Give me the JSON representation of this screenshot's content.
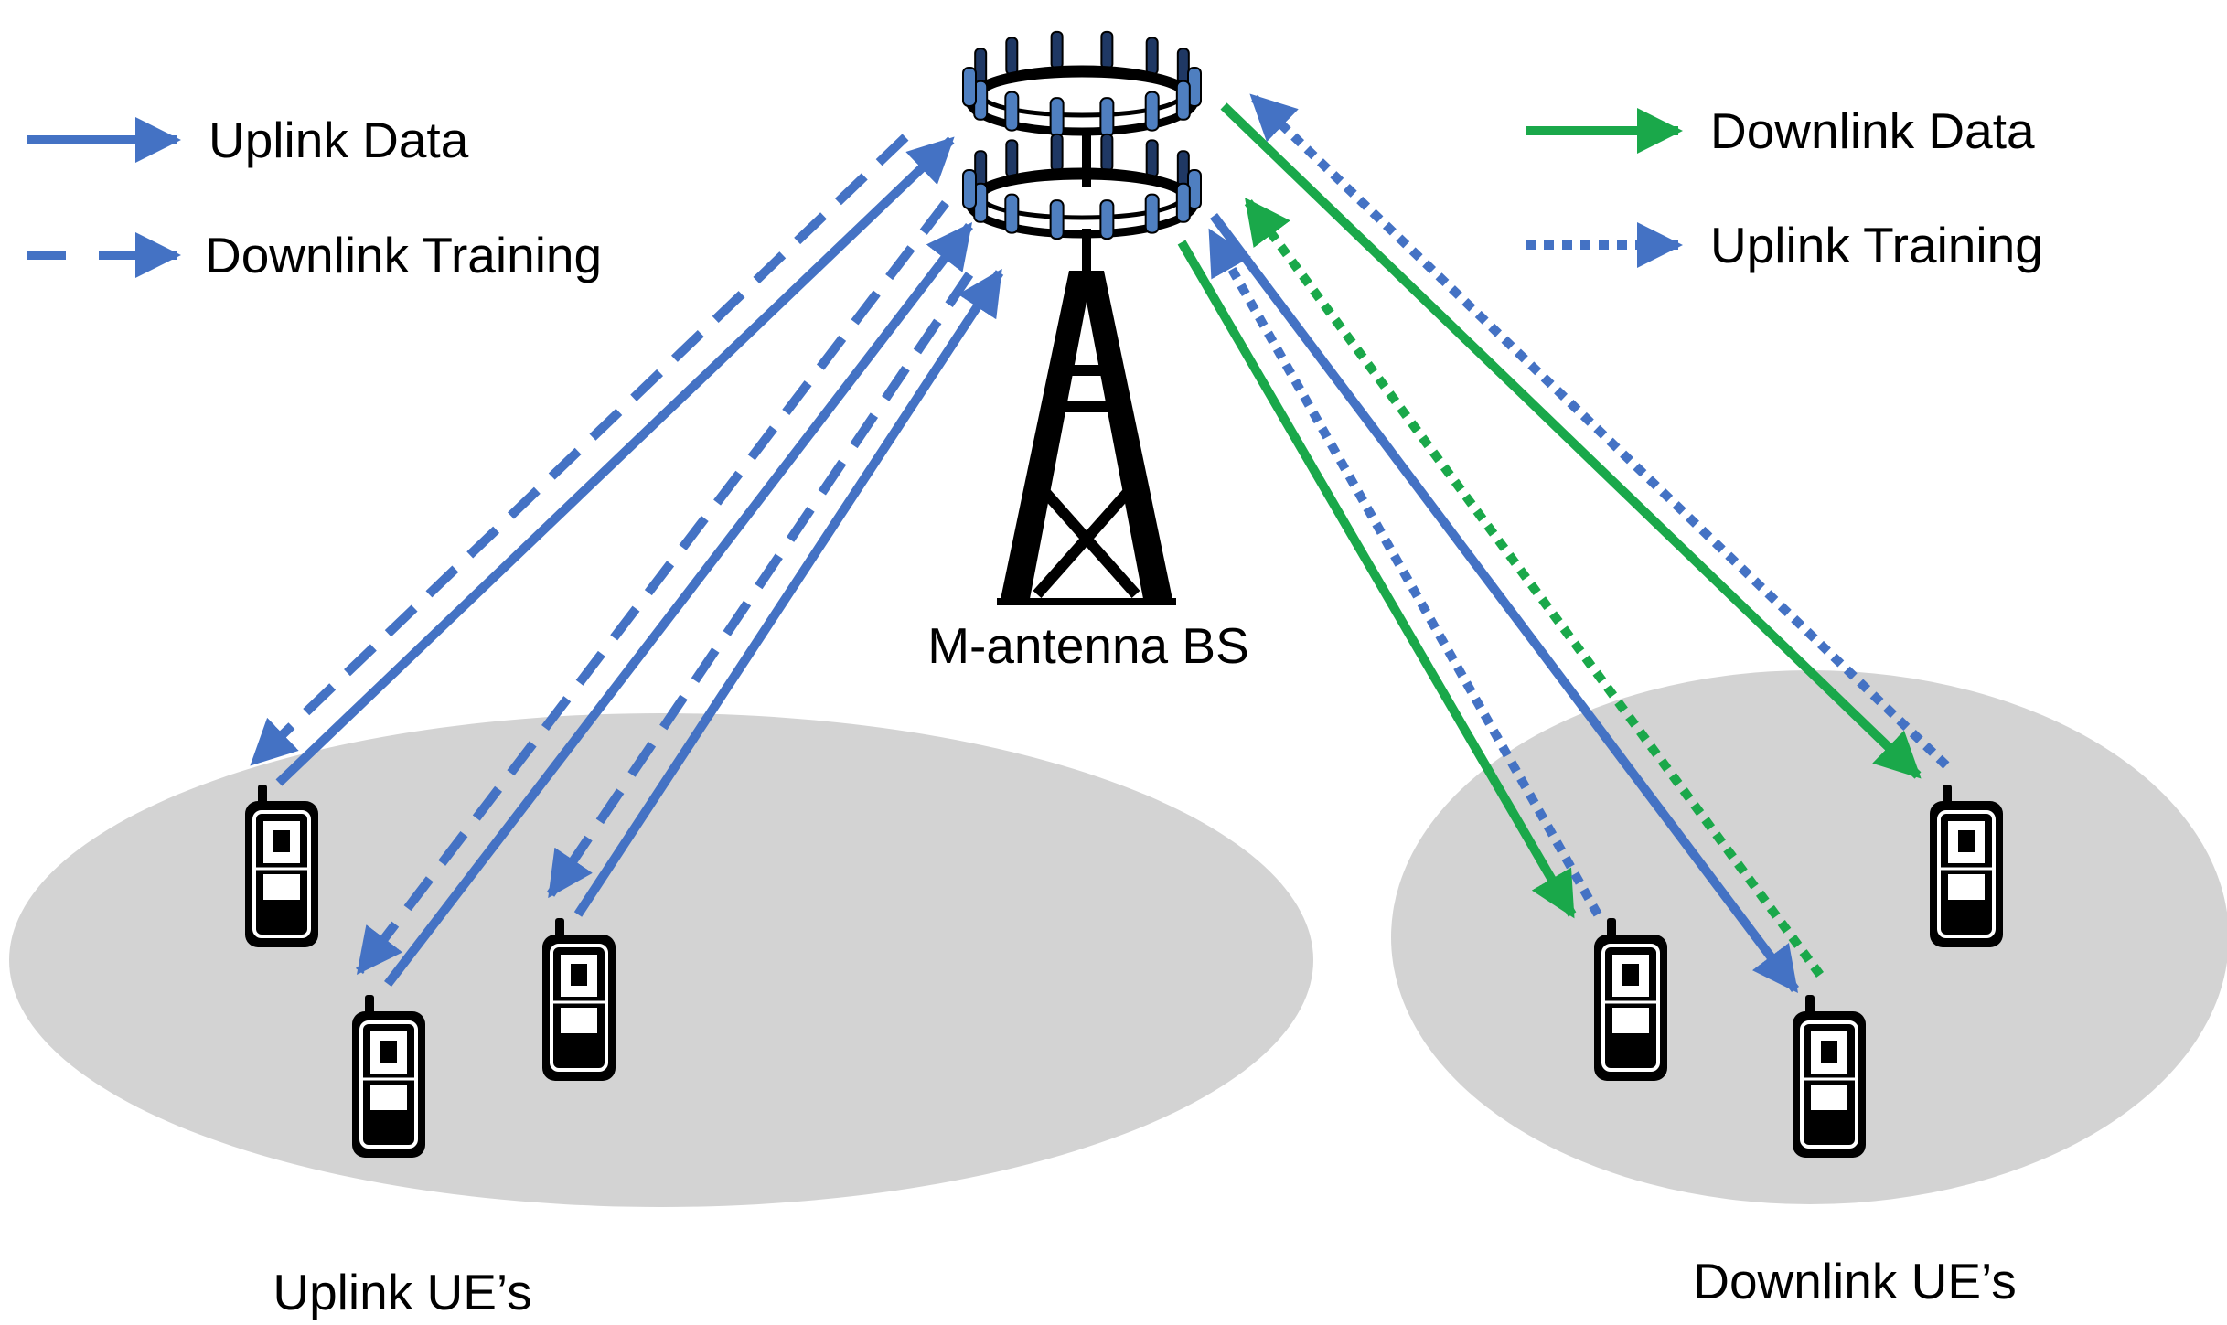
{
  "legend": {
    "uplink_data": "Uplink Data",
    "downlink_training": "Downlink Training",
    "downlink_data": "Downlink Data",
    "uplink_training": "Uplink Training"
  },
  "base_station": {
    "label": "M-antenna BS"
  },
  "groups": {
    "uplink_ues": "Uplink UE’s",
    "downlink_ues": "Downlink UE’s"
  },
  "colors": {
    "blue": "#4472C4",
    "green": "#1AA84A",
    "ellipse": "#D3D3D3",
    "black": "#000000"
  },
  "icons": [
    "mobile-phone-icon",
    "cell-tower-icon",
    "antenna-array-icon",
    "arrow-icon"
  ]
}
